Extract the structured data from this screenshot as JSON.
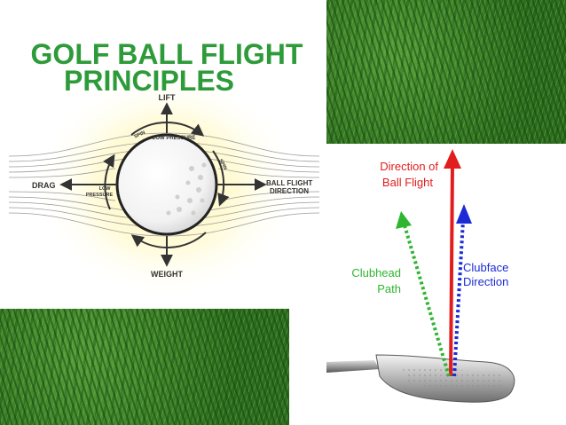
{
  "diagram": {
    "title_line1": "GOLF BALL FLIGHT",
    "title_line2": "PRINCIPLES",
    "labels": {
      "lift": "LIFT",
      "weight": "WEIGHT",
      "drag": "DRAG",
      "low_pressure_left_1": "LOW",
      "low_pressure_left_2": "PRESSURE",
      "low_pressure_top": "LOW  PRESSURE",
      "spin_left": "SPIN",
      "spin_right": "SPIN",
      "ball_flight_1": "BALL FLIGHT",
      "ball_flight_2": "DIRECTION"
    },
    "colors": {
      "title": "#2e9b3a",
      "glow": "#fff6b0"
    }
  },
  "flight_diagram": {
    "direction_line1": "Direction of",
    "direction_line2": "Ball Flight",
    "clubhead_line1": "Clubhead",
    "clubhead_line2": "Path",
    "clubface_line1": "Clubface",
    "clubface_line2": "Direction",
    "colors": {
      "direction": "#e21d1d",
      "clubhead": "#2fb52f",
      "clubface": "#1c2bd6"
    }
  }
}
